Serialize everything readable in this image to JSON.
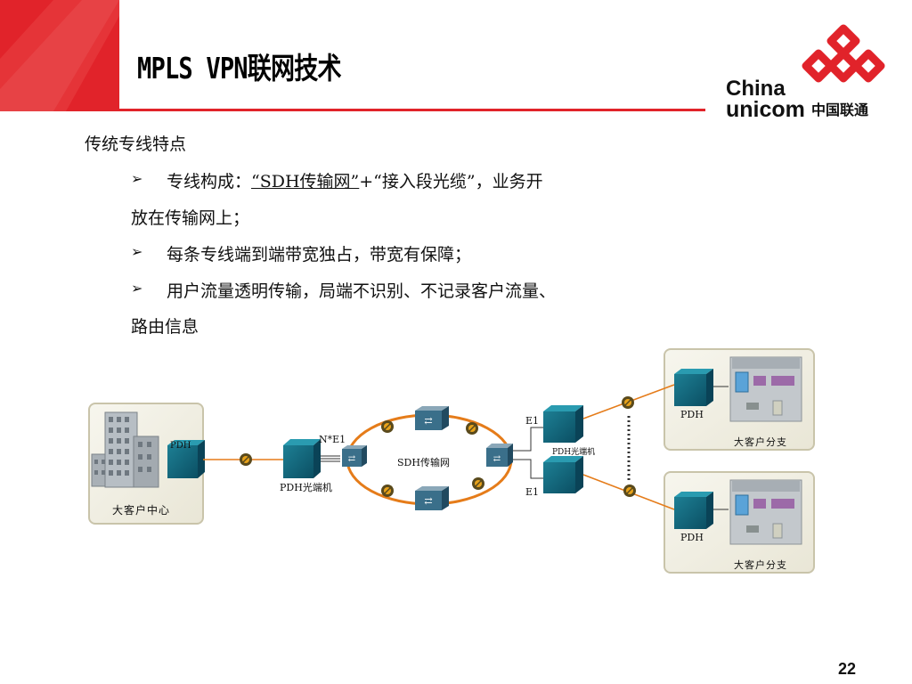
{
  "slide": {
    "title": "MPLS VPN联网技术",
    "page_number": "22",
    "accent": "#e1232a"
  },
  "logo": {
    "line1": "China",
    "line2": "unicom",
    "cn": "中国联通"
  },
  "content": {
    "heading": "传统专线特点",
    "bullet_glyph": "➢",
    "b1_pre": "专线构成：",
    "b1_underlined": "“SDH传输网”",
    "b1_post": "+“接入段光缆”，业务开",
    "b1_cont": "放在传输网上；",
    "b2": "每条专线端到端带宽独占，带宽有保障；",
    "b3": "用户流量透明传输，局端不识别、不记录客户流量、",
    "b3_cont": "路由信息"
  },
  "diagram": {
    "left_site": "大客户中心",
    "left_pdh": "PDH",
    "left_converter": "PDH光端机",
    "link_label": "N*E1",
    "ring_label": "SDH传输网",
    "right_converter": "PDH光端机",
    "e1_top": "E1",
    "e1_bottom": "E1",
    "branch_pdh_top": "PDH",
    "branch_site_top": "大客户分支",
    "branch_pdh_bottom": "PDH",
    "branch_site_bottom": "大客户分支"
  }
}
